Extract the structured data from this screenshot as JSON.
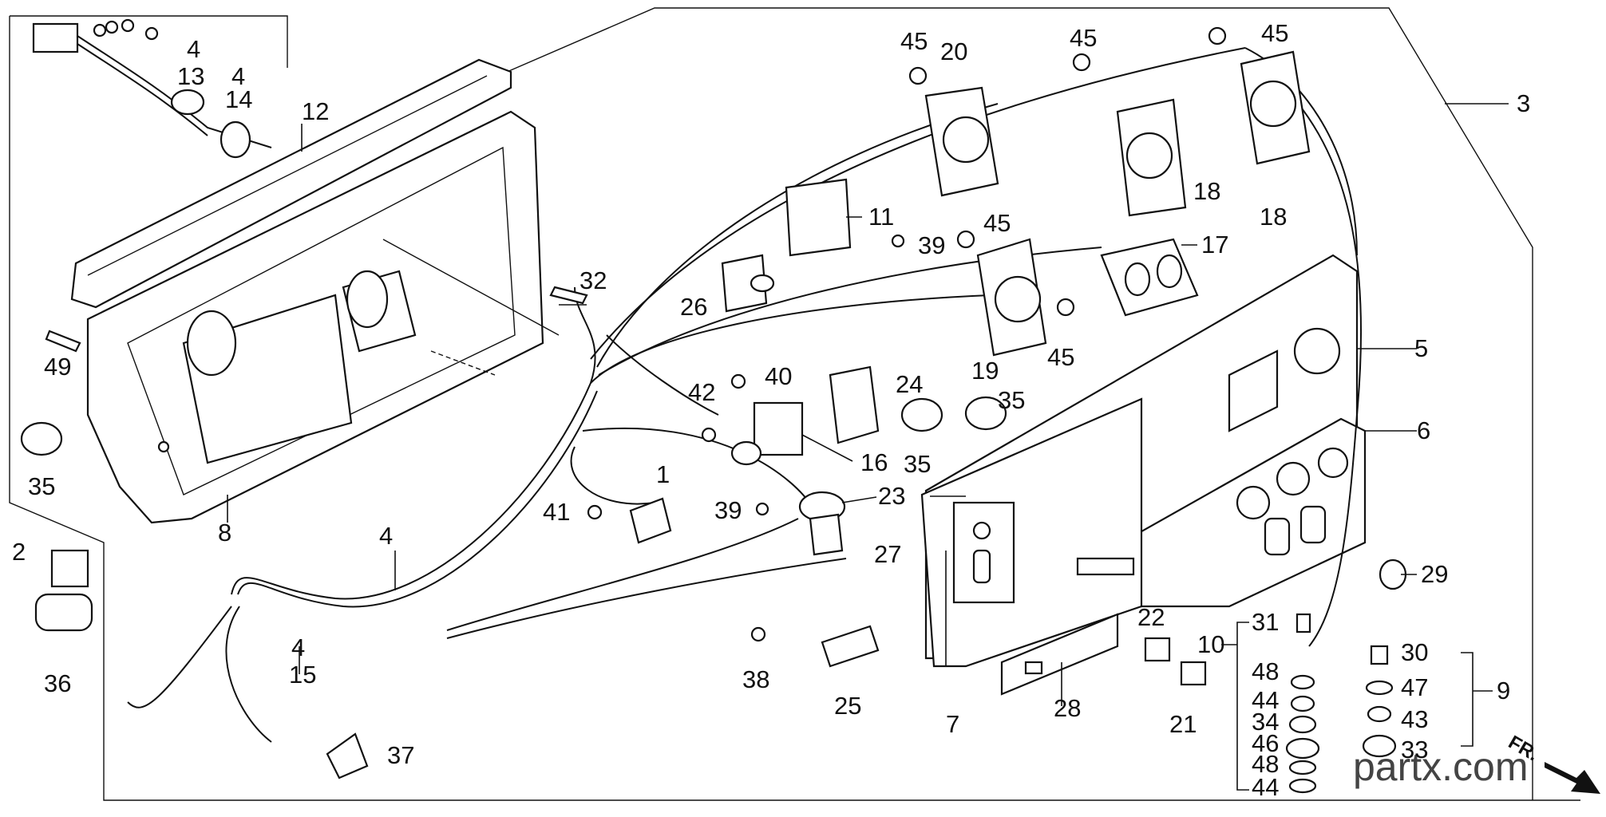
{
  "diagram": {
    "labels": {
      "l1": "1",
      "l2": "2",
      "l3": "3",
      "l4a": "4",
      "l4b": "4",
      "l4c": "4",
      "l4d": "4",
      "l5": "5",
      "l6": "6",
      "l7": "7",
      "l8": "8",
      "l9": "9",
      "l10": "10",
      "l11": "11",
      "l12": "12",
      "l13": "13",
      "l14": "14",
      "l15": "15",
      "l16": "16",
      "l17": "17",
      "l18a": "18",
      "l18b": "18",
      "l19": "19",
      "l20": "20",
      "l21": "21",
      "l22": "22",
      "l23": "23",
      "l24": "24",
      "l25": "25",
      "l26": "26",
      "l27": "27",
      "l28": "28",
      "l29": "29",
      "l30": "30",
      "l31": "31",
      "l32": "32",
      "l33": "33",
      "l34": "34",
      "l35a": "35",
      "l35b": "35",
      "l35c": "35",
      "l36": "36",
      "l37": "37",
      "l38": "38",
      "l39a": "39",
      "l39b": "39",
      "l40": "40",
      "l41": "41",
      "l42": "42",
      "l43": "43",
      "l44a": "44",
      "l44b": "44",
      "l45a": "45",
      "l45b": "45",
      "l45c": "45",
      "l45d": "45",
      "l45e": "45",
      "l46": "46",
      "l47": "47",
      "l48a": "48",
      "l48b": "48",
      "l49": "49"
    },
    "direction_marker": "FR.",
    "watermark": "partx.com"
  }
}
